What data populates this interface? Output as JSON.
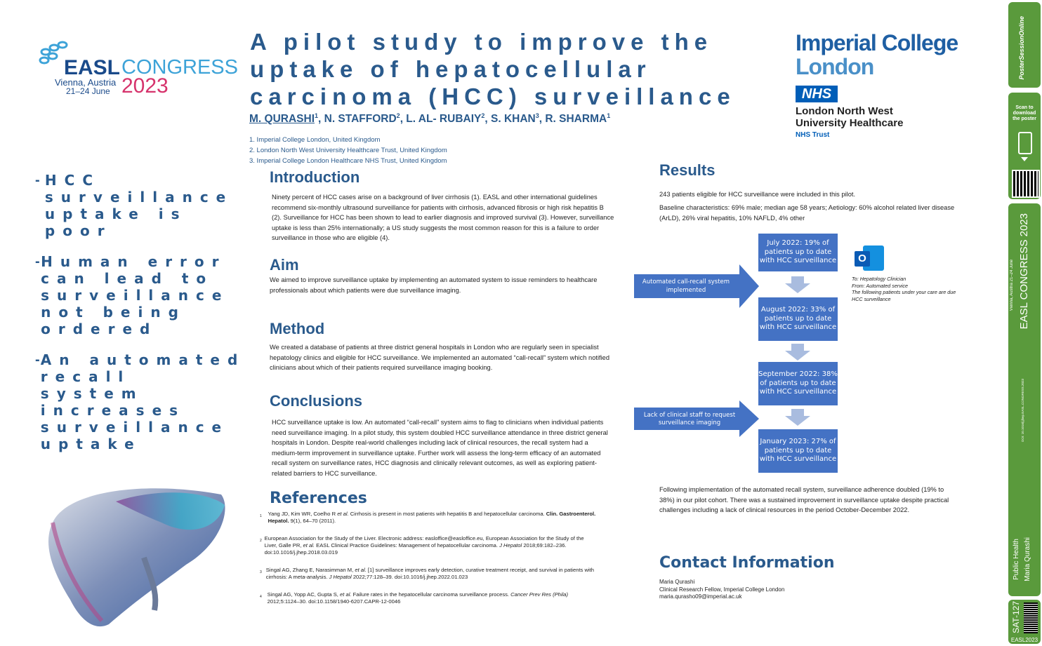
{
  "congress": {
    "name_bold": "EASL",
    "name_light": "CONGRESS",
    "location": "Vienna, Austria",
    "dates": "21–24 June",
    "year": "2023"
  },
  "title": "A pilot study to improve the uptake of hepatocellular carcinoma (HCC) surveillance",
  "authors": {
    "first": "M. QURASHI",
    "first_sup": "1",
    "rest": [
      {
        "name": ", N. STAFFORD",
        "sup": "2"
      },
      {
        "name": ", L. AL- RUBAIY",
        "sup": "2"
      },
      {
        "name": ", S. KHAN",
        "sup": "3"
      },
      {
        "name": ", R. SHARMA",
        "sup": "1"
      }
    ]
  },
  "affiliations": [
    "1.  Imperial College London, United Kingdom",
    "2.  London North West University Healthcare Trust, United Kingdom",
    "3.  Imperial College London Healthcare NHS Trust, United Kingdom"
  ],
  "institution": {
    "line1": "Imperial College",
    "line2": "London",
    "nhs": "NHS",
    "trust1": "London North West",
    "trust2": "University Healthcare",
    "trust3": "NHS Trust"
  },
  "key_points": [
    "HCC surveillance uptake is poor",
    "Human error can lead to surveillance not being ordered",
    "An automated recall system increases surveillance uptake"
  ],
  "bullet_mark": "-",
  "introduction": {
    "heading": "Introduction",
    "text": "Ninety percent of HCC cases arise on a background of liver cirrhosis (1). EASL and other international guidelines recommend six-monthly ultrasound surveillance for patients with cirrhosis, advanced fibrosis or high risk hepatitis B (2). Surveillance for HCC has been shown to lead to earlier diagnosis and improved survival (3). However, surveillance uptake is less than 25% internationally; a US study suggests the most common reason for this is a failure to order surveillance in those who are eligible (4)."
  },
  "aim": {
    "heading": "Aim",
    "text": "We aimed to improve surveillance uptake by implementing an automated system to issue reminders to healthcare professionals about which patients were due surveillance imaging."
  },
  "method": {
    "heading": "Method",
    "text": "We created a database of patients at three district general hospitals in London who are regularly seen in specialist hepatology clinics and eligible for HCC surveillance. We implemented an automated “call-recall” system which notified clinicians about which of their patients required surveillance imaging booking."
  },
  "conclusions": {
    "heading": "Conclusions",
    "text": "HCC surveillance uptake is low. An automated “call-recall” system aims to flag to clinicians when individual patients need surveillance imaging. In a pilot study, this system doubled HCC surveillance attendance in three district general hospitals in London. Despite real-world challenges including lack of clinical resources, the recall system had a medium-term improvement in surveillance uptake. Further work will assess the long-term efficacy of an automated recall system on surveillance rates, HCC diagnosis and clinically relevant outcomes, as well as exploring patient-related barriers to HCC surveillance."
  },
  "references": {
    "heading": "References",
    "items": [
      {
        "n": "1",
        "pre": "Yang JD, Kim WR, Coelho R ",
        "it": "et al.",
        "post": " Cirrhosis is present in most patients with hepatitis B and hepatocellular carcinoma. ",
        "b": "Clin. Gastroenterol. Hepatol.",
        "tail": " 9(1), 64–70 (2011)."
      },
      {
        "n": "2",
        "pre": "European Association for the Study of the Liver. Electronic address: easloffice@easloffice.eu, European Association for the Study of the Liver, Galle PR, ",
        "it": "et al.",
        "post": " EASL Clinical Practice Guidelines: Management of hepatocellular carcinoma. ",
        "b": "J Hepatol",
        "tail": " 2018;69:182–236. doi:10.1016/j.jhep.2018.03.019"
      },
      {
        "n": "3",
        "pre": "Singal AG, Zhang E, Narasimman M, ",
        "it": "et al.",
        "post": " [1] surveillance improves early detection, curative treatment receipt, and survival in patients with cirrhosis: A meta-analysis. ",
        "b": "J Hepatol",
        "tail": " 2022;77:128–39. doi:10.1016/j.jhep.2022.01.023"
      },
      {
        "n": "4",
        "pre": "Singal AG, Yopp AC, Gupta S, ",
        "it": "et al.",
        "post": " Failure rates in the hepatocellular carcinoma surveillance process. ",
        "b": "Cancer Prev Res (Phila)",
        "tail": " 2012;5:1124–30. doi:10.1158/1940-6207.CAPR-12-0046"
      }
    ]
  },
  "results": {
    "heading": "Results",
    "p1": "243 patients eligible for HCC surveillance were included in this pilot.",
    "p2": "Baseline characteristics: 69% male; median age 58 years; Aetiology: 60% alcohol related liver disease (ArLD), 26% viral hepatitis, 10% NAFLD, 4% other",
    "flow": [
      "July 2022: 19% of patients up to date with HCC surveillance",
      "August 2022: 33% of patients up to date with HCC surveillance",
      "September 2022: 38% of patients up to date with HCC surveillance",
      "January 2023: 27% of patients up to date with HCC surveillance"
    ],
    "event1": "Automated call-recall system implemented",
    "event2": "Lack of clinical staff to request surveillance imaging",
    "email": "To: Hepatology Clinician\nFrom: Automated service\nThe following patients under your care are due HCC surveillance",
    "summary": "Following implementation of the automated recall system, surveillance adherence doubled (19% to 38%) in our pilot cohort. There was a sustained improvement in surveillance uptake despite practical challenges including a lack of clinical resources in the period October-December 2022."
  },
  "contact": {
    "heading": "Contact Information",
    "name": "Maria Qurashi",
    "role": "Clinical Research Fellow, Imperial College London",
    "email": "maria.qurasho09@imperial.ac.uk"
  },
  "sidebar": {
    "brand": "PosterSessionOnline",
    "scan": "Scan to download the poster",
    "congress": "EASL CONGRESS 2023",
    "congress_sub": "Vienna, Austria 21–24 June",
    "doi": "DOI: 10.1016/j.jhep.EASL.CONGRESS.2023",
    "topic": "Public Health",
    "author": "Maria Qurashi",
    "code": "SAT-127",
    "tag": "EASL2023"
  },
  "colors": {
    "accent": "#2a5a8c",
    "box": "#4472c4",
    "sidebar": "#5a9a3c"
  }
}
